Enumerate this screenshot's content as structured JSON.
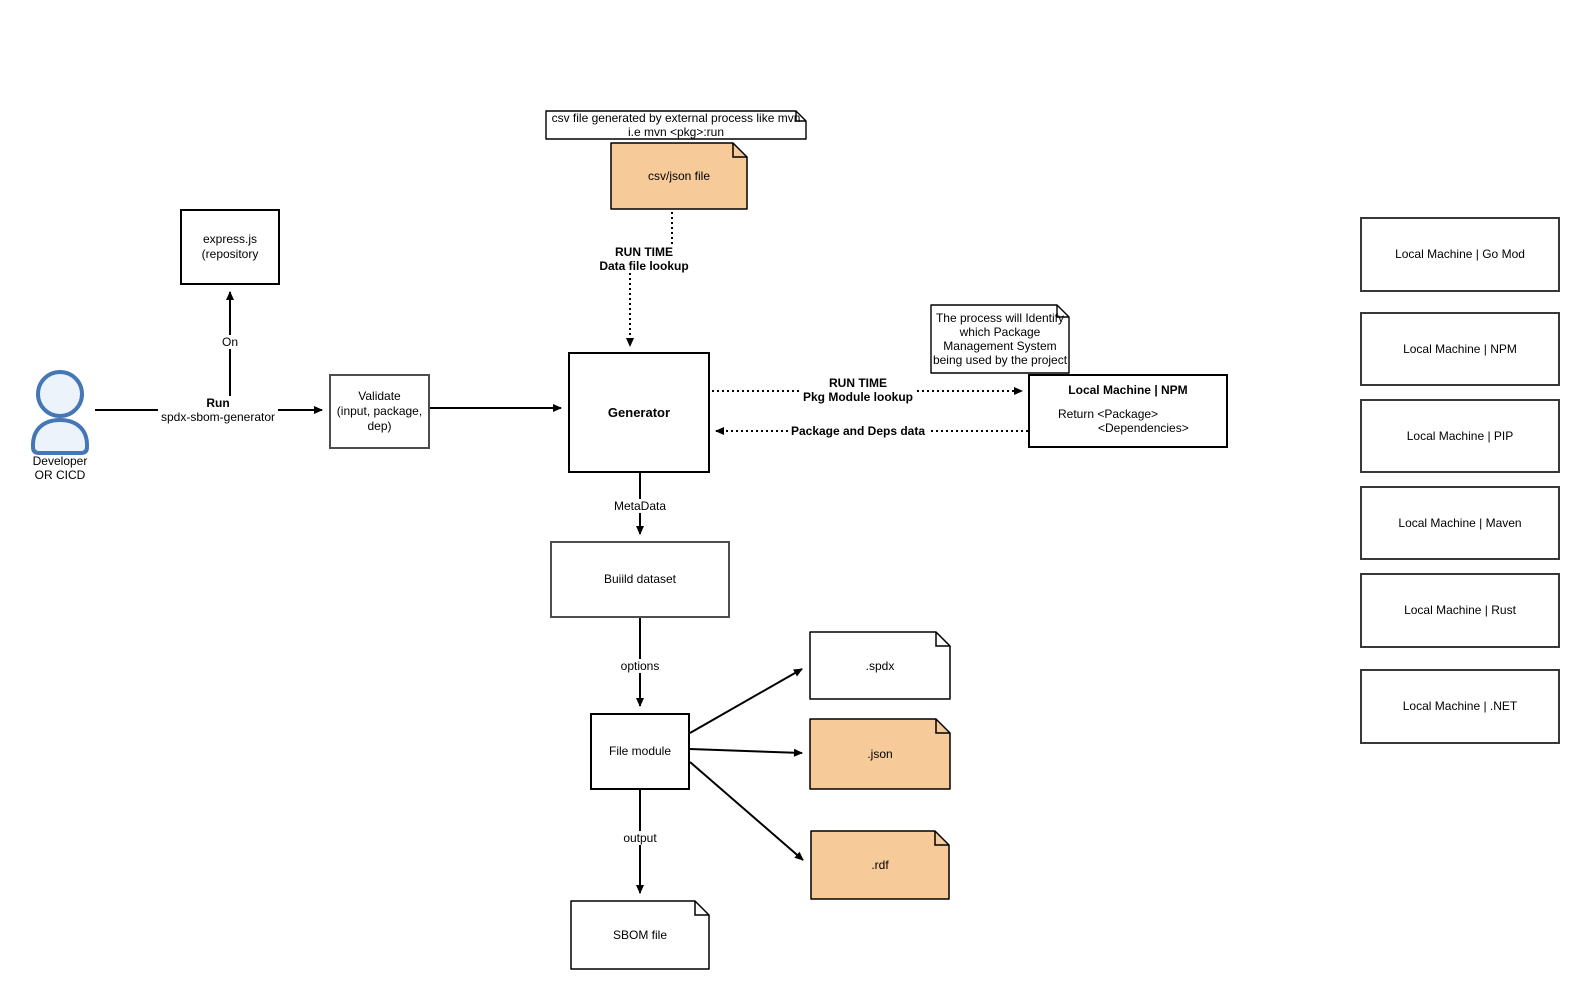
{
  "diagram": {
    "actor": {
      "line1": "Developer",
      "line2": "OR CICD"
    },
    "nodes": {
      "express": {
        "line1": "express.js",
        "line2": "(repository"
      },
      "validate": {
        "line1": "Validate",
        "line2": "(input, package,",
        "line3": "dep)"
      },
      "generator": {
        "label": "Generator"
      },
      "build_dataset": {
        "label": "Buiild dataset"
      },
      "file_module": {
        "label": "File module"
      },
      "npm_detail": {
        "title": "Local Machine | NPM",
        "return_line1": "Return <Package>",
        "return_line2": "<Dependencies>"
      },
      "csv_json_file": {
        "label": "csv/json file"
      },
      "spdx_doc": {
        "label": ".spdx"
      },
      "json_doc": {
        "label": ".json"
      },
      "rdf_doc": {
        "label": ".rdf"
      },
      "sbom_file": {
        "label": "SBOM file"
      }
    },
    "notes": {
      "csv_note": {
        "line1": "csv file generated by external process like mvn",
        "line2": "i.e mvn <pkg>:run"
      },
      "process_note": {
        "line1": "The process will Identify",
        "line2": "which Package",
        "line3": "Management System",
        "line4": "being used by the project"
      }
    },
    "edge_labels": {
      "run": "Run",
      "run_sub": "spdx-sbom-generator",
      "on": "On",
      "runtime_data_1": "RUN TIME",
      "runtime_data_2": "Data file lookup",
      "runtime_pkg_1": "RUN TIME",
      "runtime_pkg_2": "Pkg Module lookup",
      "pkg_deps": "Package and Deps data",
      "metadata": "MetaData",
      "options": "options",
      "output": "output"
    },
    "machine_list": [
      {
        "label": "Local Machine | Go Mod"
      },
      {
        "label": "Local Machine | NPM"
      },
      {
        "label": "Local Machine |  PIP"
      },
      {
        "label": "Local Machine | Maven"
      },
      {
        "label": "Local Machine | Rust"
      },
      {
        "label": "Local Machine | .NET"
      }
    ],
    "colors": {
      "orange_fill": "#f6ca99",
      "doc_stroke": "#000000",
      "actor_stroke": "#4576b5",
      "actor_fill": "#edf3fb"
    }
  }
}
